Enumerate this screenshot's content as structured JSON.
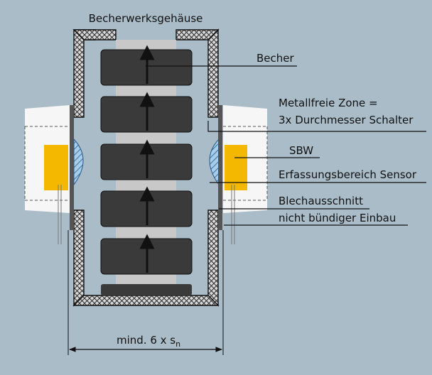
{
  "labels": {
    "housing": "Becherwerksgehäuse",
    "bucket": "Becher",
    "metal_free_zone_line1": "Metallfreie Zone =",
    "metal_free_zone_line2": "3x Durchmesser Schalter",
    "sbw": "SBW",
    "detection_range": "Erfassungsbereich Sensor",
    "sheet_cutout": "Blechausschnitt",
    "non_flush": "nicht bündiger Einbau",
    "dimension_prefix": "mind. 6 x s",
    "dimension_subscript": "n"
  },
  "colors": {
    "background": "#a9bcc8",
    "bucket": "#3a3a3a",
    "belt": "#c8c8c8",
    "sensor_body": "#f6f6f6",
    "sensor_active": "#f5b800",
    "detection_zone": "#a6ceeb",
    "housing_hatch": "#d9d9d9"
  },
  "icons": [
    "up-arrow-icon"
  ]
}
